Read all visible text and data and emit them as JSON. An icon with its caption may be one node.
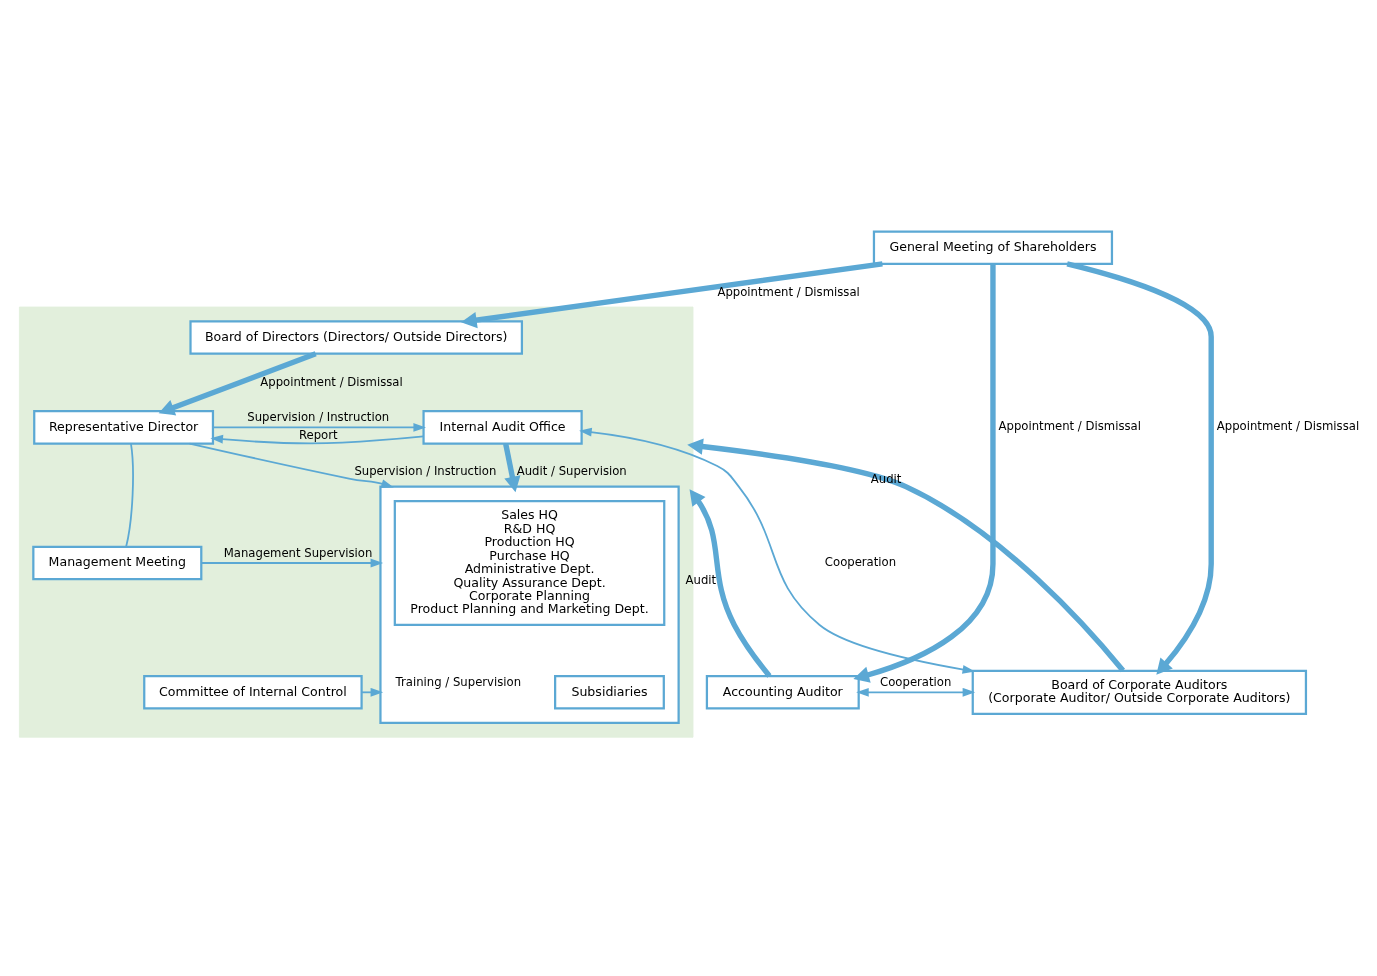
{
  "diagram": {
    "nodes": [
      {
        "text": [
          "General Meeting of Shareholders"
        ]
      },
      {
        "text": [
          "Accounting Auditor"
        ]
      },
      {
        "text": [],
        "shape": "box"
      },
      {
        "text": [
          "Board of Directors (Directors/ Outside Directors)"
        ],
        "in": 2
      },
      {
        "text": [
          "Board of Corporate Auditors",
          "(Corporate Auditor/ Outside Corporate Auditors)"
        ]
      },
      {
        "text": [
          "Representative Director"
        ],
        "in": 2
      },
      {
        "text": [
          "Internal Audit Office"
        ],
        "in": 2
      },
      {
        "text": [
          "Management Meeting"
        ],
        "in": 2
      },
      {
        "text": [
          "Committee of Internal Control"
        ],
        "in": 2
      },
      {
        "text": [],
        "shape": "box",
        "in": 2
      },
      {
        "text": [
          "Sales HQ",
          "R&D HQ",
          "Production HQ",
          "Purchase HQ",
          "Administrative Dept.",
          "Quality Assurance Dept.",
          "Corporate Planning",
          "Product Planning and Marketing Dept."
        ],
        "in": 9
      },
      {
        "text": [
          "Subsidiaries"
        ],
        "in": 9
      }
    ],
    "edges": [
      {
        "from": 0,
        "to": 1,
        "arrow": "to",
        "label": "Appointment / Dismissal",
        "style": "thick"
      },
      {
        "from": 0,
        "to": 3,
        "arrow": "to",
        "label": "Appointment / Dismissal",
        "style": "thick"
      },
      {
        "from": 0,
        "to": 4,
        "arrow": "to",
        "label": "Appointment / Dismissal",
        "style": "thick"
      },
      {
        "from": 3,
        "to": 5,
        "arrow": "to",
        "label": "Appointment / Dismissal",
        "style": "thick"
      },
      {
        "from": 5,
        "to": 6,
        "arrow": "to",
        "label": "Supervision / Instruction"
      },
      {
        "from": 6,
        "to": 5,
        "arrow": "to",
        "label": "Report"
      },
      {
        "from": 6,
        "to": 4,
        "arrow": "both",
        "label": "Cooperation"
      },
      {
        "from": 6,
        "to": 9,
        "arrow": "to",
        "label": "Audit / Supervision",
        "style": "thick"
      },
      {
        "from": 5,
        "to": 9,
        "arrow": "to",
        "label": "Supervision / Instruction"
      },
      {
        "from": 5,
        "to": 7,
        "arrow": "none"
      },
      {
        "from": 7,
        "to": 9,
        "arrow": "to",
        "label": "Management Supervision"
      },
      {
        "from": 8,
        "to": 9,
        "arrow": "to",
        "label": "Training / Supervision"
      },
      {
        "from": 1,
        "to": 2,
        "arrow": "to",
        "label": "Audit",
        "style": "thick"
      },
      {
        "from": 4,
        "to": 2,
        "arrow": "to",
        "label": "Audit",
        "style": "thick"
      },
      {
        "from": 1,
        "to": 4,
        "arrow": "both",
        "label": "Cooperation"
      }
    ]
  }
}
